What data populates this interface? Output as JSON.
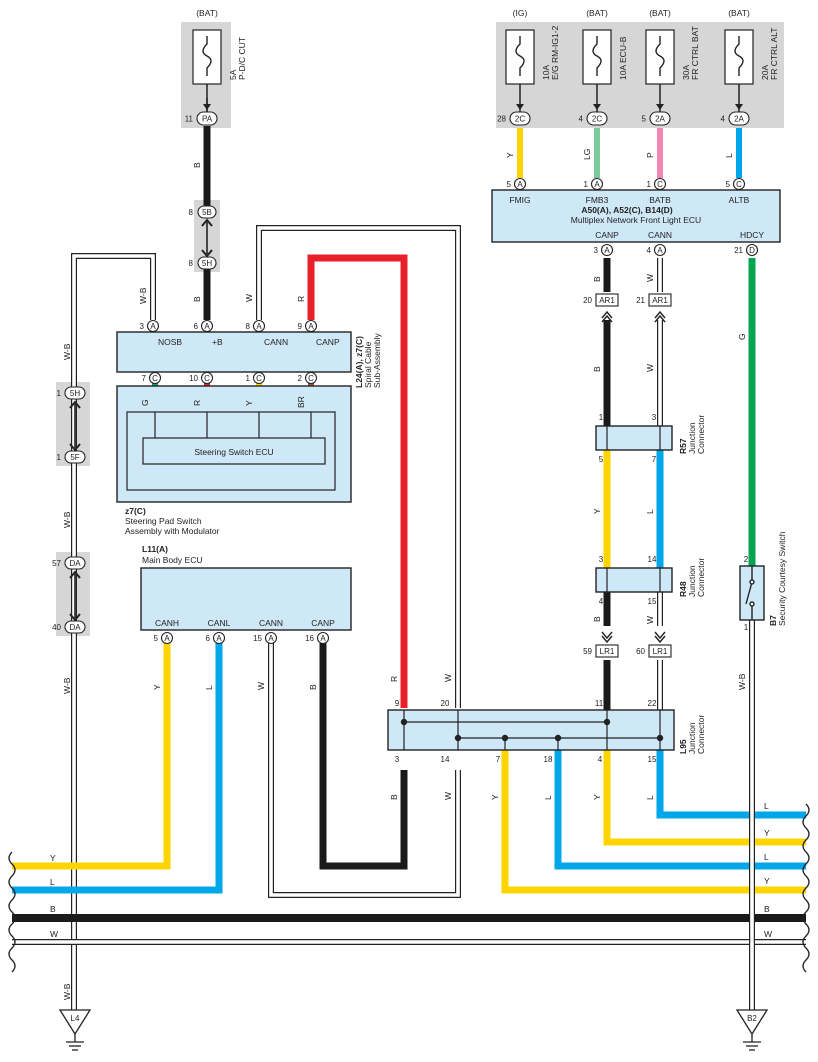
{
  "fuses": {
    "pdc_cut": {
      "source": "(BAT)",
      "rating": "5A",
      "name": "P-D/C CUT",
      "pin": "11",
      "conn": "PA"
    },
    "eg_rm_ig1_2": {
      "source": "(IG)",
      "rating": "10A",
      "name": "E/G RM-IG1-2",
      "pin": "28",
      "conn": "2C"
    },
    "ecu_b": {
      "source": "(BAT)",
      "rating": "10A ECU-B",
      "pin": "4",
      "conn": "2C"
    },
    "fr_ctrl_bat": {
      "source": "(BAT)",
      "rating": "30A",
      "name": "FR CTRL BAT",
      "pin": "5",
      "conn": "2A"
    },
    "fr_ctrl_alt": {
      "source": "(BAT)",
      "rating": "20A",
      "name": "FR CTRL ALT",
      "pin": "4",
      "conn": "2A"
    }
  },
  "front_light_ecu": {
    "title": "A50(A), A52(C), B14(D)",
    "name": "Multiplex Network Front Light ECU",
    "top_terms": [
      {
        "pin": "5",
        "conn": "A",
        "label": "FMIG"
      },
      {
        "pin": "1",
        "conn": "A",
        "label": "FMB3"
      },
      {
        "pin": "1",
        "conn": "C",
        "label": "BATB"
      },
      {
        "pin": "5",
        "conn": "C",
        "label": "ALTB"
      }
    ],
    "bottom_terms": [
      {
        "pin": "3",
        "conn": "A",
        "label": "CANP"
      },
      {
        "pin": "4",
        "conn": "A",
        "label": "CANN"
      },
      {
        "pin": "21",
        "conn": "D",
        "label": "HDCY"
      }
    ]
  },
  "spiral_cable": {
    "title": "L24(A), z7(C)",
    "name": "Spiral Cable",
    "name2": "Sub-Assembly",
    "top_terms": [
      {
        "pin": "3",
        "conn": "A",
        "label": "NOSB"
      },
      {
        "pin": "6",
        "conn": "A",
        "label": "+B"
      },
      {
        "pin": "8",
        "conn": "A",
        "label": "CANN"
      },
      {
        "pin": "9",
        "conn": "A",
        "label": "CANP"
      }
    ],
    "bottom_terms": [
      {
        "pin": "7",
        "conn": "C"
      },
      {
        "pin": "10",
        "conn": "C"
      },
      {
        "pin": "1",
        "conn": "C"
      },
      {
        "pin": "2",
        "conn": "C"
      }
    ]
  },
  "steering_pad": {
    "inner": "Steering Switch  ECU",
    "title": "z7(C)",
    "name": "Steering Pad Switch",
    "name2": "Assembly with Modulator"
  },
  "main_body_ecu": {
    "title": "L11(A)",
    "name": "Main Body ECU",
    "terms": [
      {
        "pin": "5",
        "conn": "A",
        "label": "CANH"
      },
      {
        "pin": "6",
        "conn": "A",
        "label": "CANL"
      },
      {
        "pin": "15",
        "conn": "A",
        "label": "CANN"
      },
      {
        "pin": "16",
        "conn": "A",
        "label": "CANP"
      }
    ]
  },
  "junctions": {
    "r57": {
      "code": "R57",
      "name": "Junction",
      "name2": "Connector",
      "pins": [
        "1",
        "3",
        "5",
        "7"
      ]
    },
    "r48": {
      "code": "R48",
      "name": "Junction",
      "name2": "Connector",
      "pins": [
        "3",
        "14",
        "4",
        "15"
      ]
    },
    "l95": {
      "code": "L95",
      "name": "Junction",
      "name2": "Connector",
      "pins_top": [
        "9",
        "20",
        "11",
        "22"
      ],
      "pins_bottom": [
        "3",
        "14",
        "7",
        "18",
        "4",
        "15"
      ]
    }
  },
  "security_switch": {
    "code": "B7",
    "name": "Security Courtesy Switch",
    "pins": [
      "2",
      "1"
    ]
  },
  "connectors": {
    "c5b": {
      "pin": "8",
      "conn": "5B"
    },
    "c5h": {
      "pin": "8",
      "conn": "5H"
    },
    "c5h_left": {
      "pin": "1",
      "conn": "5H"
    },
    "c5f": {
      "pin": "1",
      "conn": "5F"
    },
    "c57da": {
      "pin": "57",
      "conn": "DA"
    },
    "c40da": {
      "pin": "40",
      "conn": "DA"
    },
    "ar1_a": {
      "pin": "20",
      "conn": "AR1"
    },
    "ar1_b": {
      "pin": "21",
      "conn": "AR1"
    },
    "lr1_a": {
      "pin": "59",
      "conn": "LR1"
    },
    "lr1_b": {
      "pin": "60",
      "conn": "LR1"
    }
  },
  "grounds": {
    "left": "L4",
    "right": "B2"
  },
  "wire_labels": {
    "y": "Y",
    "lg": "LG",
    "p": "P",
    "l": "L",
    "b": "B",
    "w": "W",
    "wb": "W-B",
    "r": "R",
    "g": "G",
    "br": "BR"
  },
  "colors": {
    "yellow": "#ffd400",
    "blue": "#00a6ea",
    "black": "#1a1a1a",
    "red": "#e8202a",
    "green": "#00a651",
    "lightgreen": "#7cc99a",
    "pink": "#ef86b4",
    "brown": "#a0522d",
    "component": "#cfe8f7",
    "gray": "#d6d6d6"
  }
}
